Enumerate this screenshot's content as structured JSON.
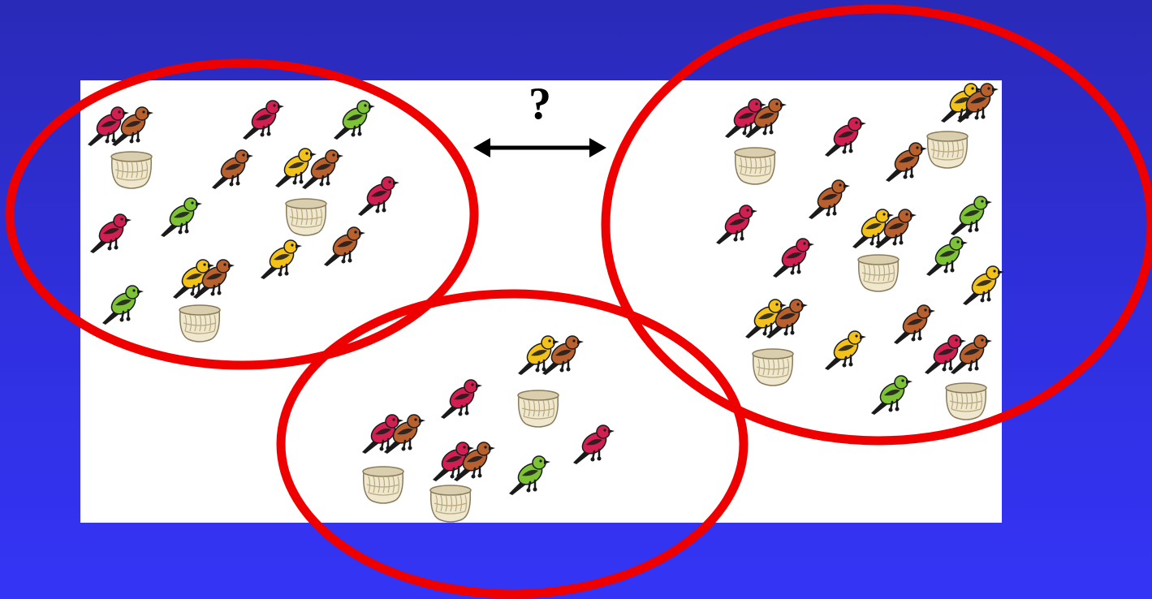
{
  "question_label": "?",
  "colors": {
    "background": "#3232e8",
    "panel": "#ffffff",
    "ellipse_stroke": "#ee0000",
    "arrow": "#000000",
    "bird_red": "#d11f52",
    "bird_brown": "#b8602e",
    "bird_yellow": "#f2c21a",
    "bird_green": "#7ec236",
    "bird_dark": "#1a1a1a",
    "nest_fill": "#efe8cf",
    "nest_rim": "#8a7a5a"
  },
  "groups": [
    {
      "name": "group-left",
      "birds": [
        "red",
        "brown",
        "red",
        "green",
        "brown",
        "yellow",
        "brown",
        "red",
        "green",
        "red",
        "yellow",
        "brown",
        "yellow",
        "brown",
        "green"
      ],
      "nests": 3
    },
    {
      "name": "group-bottom",
      "birds": [
        "yellow",
        "brown",
        "red",
        "red",
        "brown",
        "red",
        "brown",
        "green",
        "red"
      ],
      "nests": 3
    },
    {
      "name": "group-right",
      "birds": [
        "red",
        "brown",
        "red",
        "yellow",
        "brown",
        "brown",
        "brown",
        "red",
        "yellow",
        "brown",
        "green",
        "red",
        "green",
        "yellow",
        "yellow",
        "brown",
        "brown",
        "yellow",
        "red",
        "brown",
        "green"
      ],
      "nests": 5
    }
  ]
}
